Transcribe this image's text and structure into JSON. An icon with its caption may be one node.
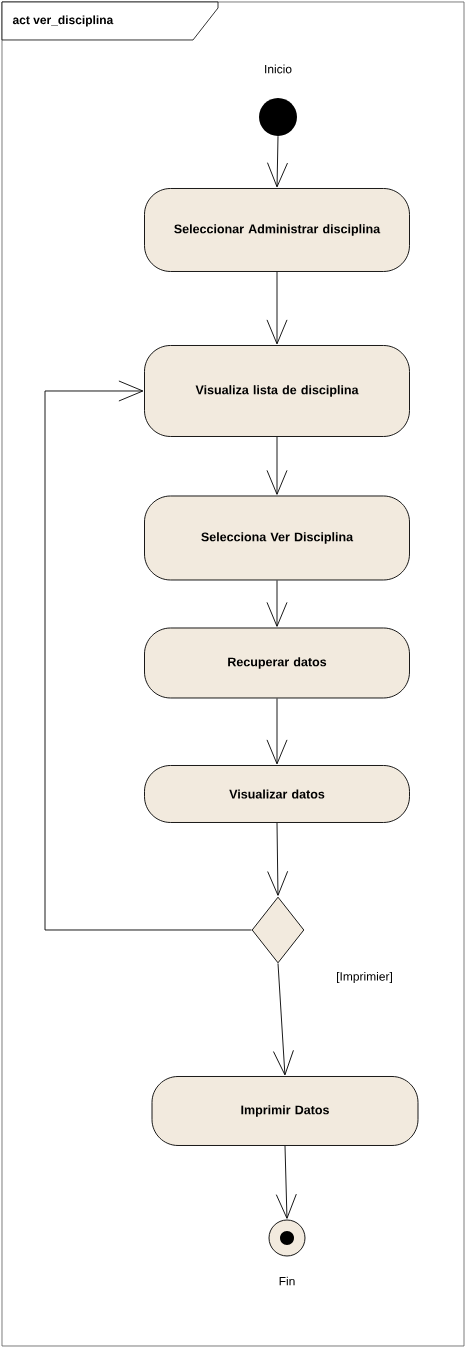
{
  "diagram": {
    "title": "act ver_disciplina",
    "nodes": [
      {
        "text": [],
        "shape": "circle",
        "beside": [
          "Inicio"
        ]
      },
      {
        "text": [
          "Seleccionar Administrar disciplina"
        ]
      },
      {
        "text": [
          "Visualiza lista de disciplina"
        ]
      },
      {
        "text": [
          "Selecciona Ver Disciplina"
        ]
      },
      {
        "text": [
          "Recuperar datos"
        ]
      },
      {
        "text": [
          "Visualizar datos"
        ]
      },
      {
        "text": [],
        "shape": "diamond"
      },
      {
        "text": [
          "Imprimir Datos"
        ]
      },
      {
        "text": [],
        "shape": "circle",
        "beside": [
          "Fin"
        ]
      }
    ],
    "edges": [
      {
        "from": 0,
        "to": 1,
        "arrow": "to"
      },
      {
        "from": 1,
        "to": 2,
        "arrow": "to"
      },
      {
        "from": 2,
        "to": 3,
        "arrow": "to"
      },
      {
        "from": 3,
        "to": 4,
        "arrow": "to"
      },
      {
        "from": 4,
        "to": 5,
        "arrow": "to"
      },
      {
        "from": 5,
        "to": 6,
        "arrow": "to"
      },
      {
        "from": 6,
        "to": 2,
        "arrow": "to"
      },
      {
        "from": 6,
        "to": 7,
        "arrow": "to",
        "label": "[Imprimier]"
      },
      {
        "from": 7,
        "to": 8,
        "arrow": "to"
      }
    ]
  }
}
